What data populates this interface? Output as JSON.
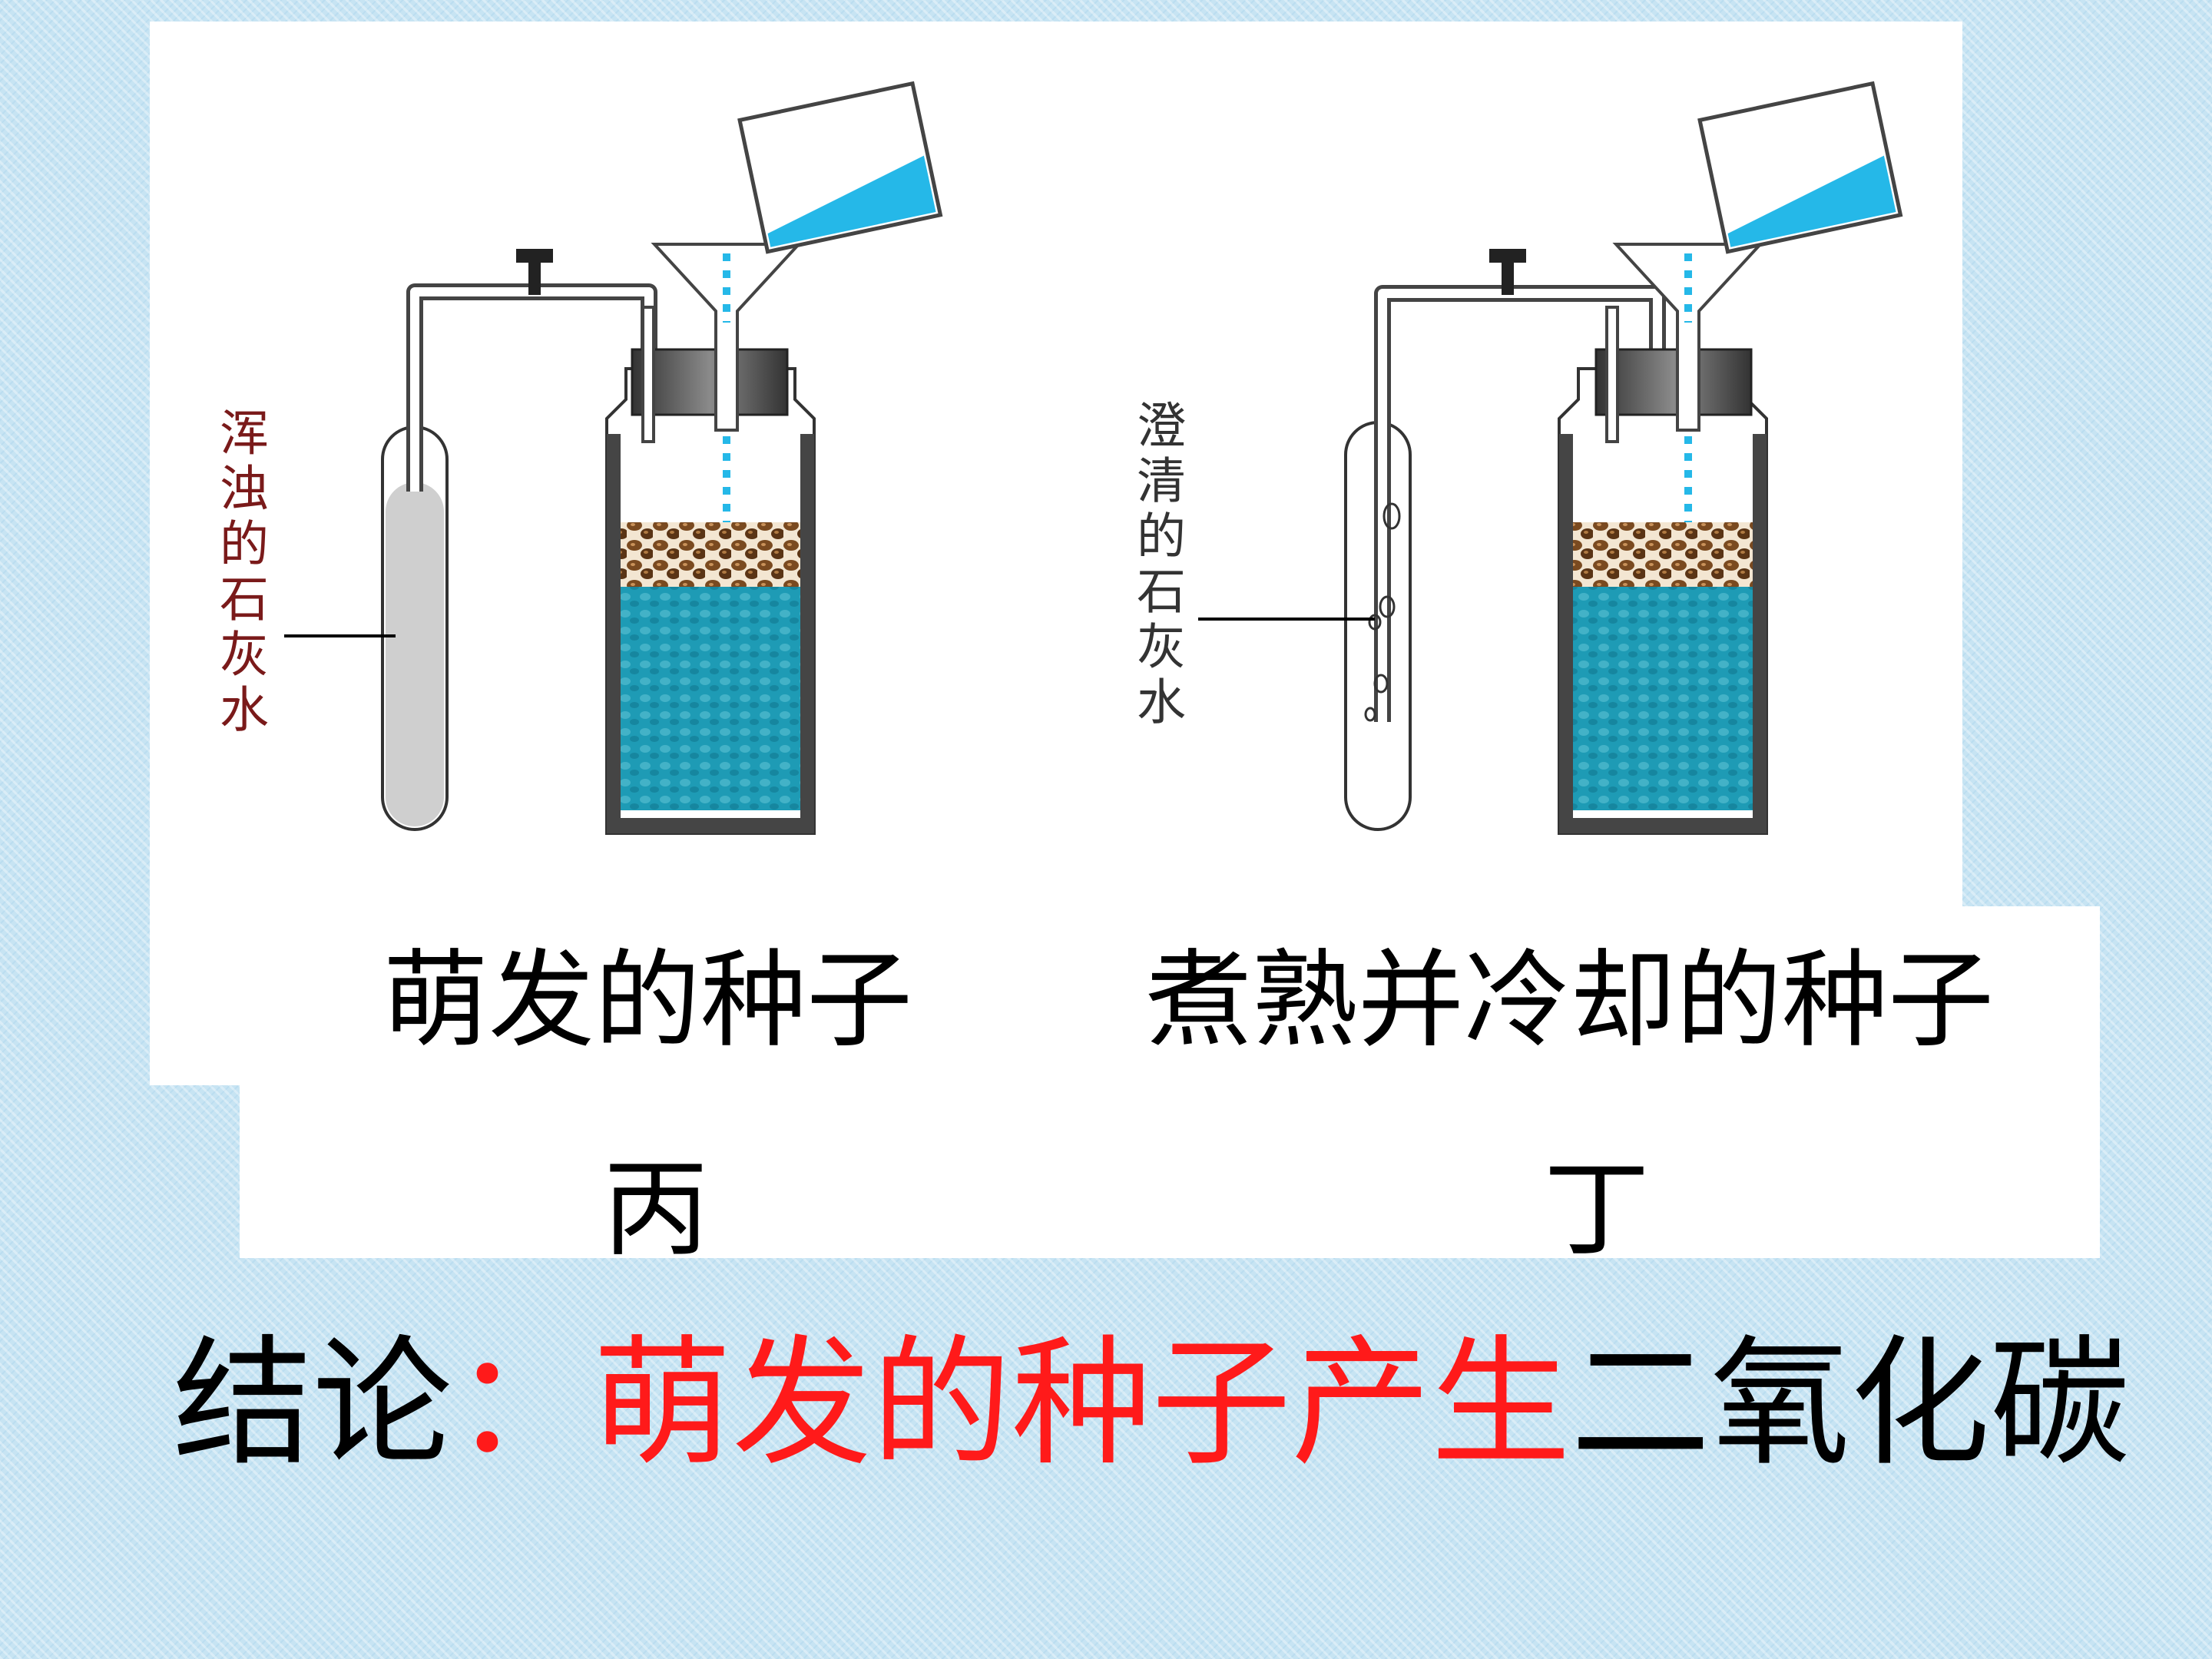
{
  "left_experiment": {
    "label": "浑浊的石灰水",
    "caption": "萌发的种子",
    "tag": "丙",
    "label_color": "#7a1a1a"
  },
  "right_experiment": {
    "label": "澄清的石灰水",
    "caption": "煮熟并冷却的种子",
    "tag": "丁",
    "label_color": "#333333"
  },
  "conclusion": {
    "prefix": "结论",
    "colon": "：",
    "highlight": "萌发的种子产生",
    "suffix": "二氧化碳",
    "highlight_color": "#ff1a1a"
  },
  "colors": {
    "background": "#c7e4f3",
    "water": "#1e9bb5",
    "liquid_pour": "#25b8e8",
    "seeds": "#6a3f1c"
  }
}
